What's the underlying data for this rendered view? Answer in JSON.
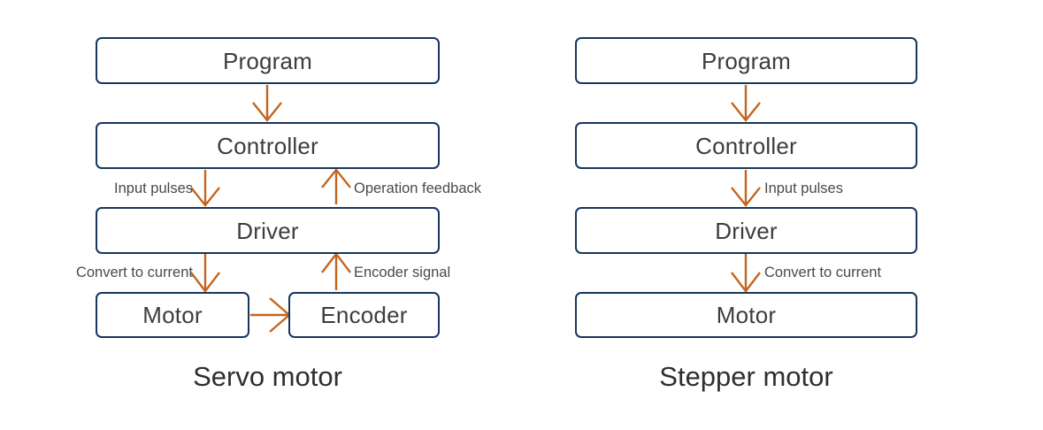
{
  "diagram": {
    "title_implicit": "Servo motor vs Stepper motor control block diagram",
    "colors": {
      "box_border": "#17365d",
      "box_fill": "#ffffff",
      "arrow": "#c4651f",
      "box_text": "#3d3d3d",
      "label_text": "#4a4a4a",
      "caption_text": "#2f2f2f",
      "background": "#ffffff"
    },
    "panels": [
      {
        "id": "servo",
        "caption": "Servo motor",
        "nodes": [
          {
            "id": "servo-program",
            "label": "Program"
          },
          {
            "id": "servo-controller",
            "label": "Controller"
          },
          {
            "id": "servo-driver",
            "label": "Driver"
          },
          {
            "id": "servo-motor",
            "label": "Motor"
          },
          {
            "id": "servo-encoder",
            "label": "Encoder"
          }
        ],
        "edges": [
          {
            "id": "servo-edge-program-controller",
            "from": "Program",
            "to": "Controller",
            "label": "",
            "direction": "down"
          },
          {
            "id": "servo-edge-controller-driver",
            "from": "Controller",
            "to": "Driver",
            "label": "Input pulses",
            "direction": "down"
          },
          {
            "id": "servo-edge-driver-controller",
            "from": "Driver",
            "to": "Controller",
            "label": "Operation feedback",
            "direction": "up"
          },
          {
            "id": "servo-edge-driver-motor",
            "from": "Driver",
            "to": "Motor",
            "label": "Convert to current",
            "direction": "down"
          },
          {
            "id": "servo-edge-encoder-driver",
            "from": "Encoder",
            "to": "Driver",
            "label": "Encoder signal",
            "direction": "up"
          },
          {
            "id": "servo-edge-motor-encoder",
            "from": "Motor",
            "to": "Encoder",
            "label": "",
            "direction": "right"
          }
        ]
      },
      {
        "id": "stepper",
        "caption": "Stepper motor",
        "nodes": [
          {
            "id": "stepper-program",
            "label": "Program"
          },
          {
            "id": "stepper-controller",
            "label": "Controller"
          },
          {
            "id": "stepper-driver",
            "label": "Driver"
          },
          {
            "id": "stepper-motor",
            "label": "Motor"
          }
        ],
        "edges": [
          {
            "id": "stepper-edge-program-controller",
            "from": "Program",
            "to": "Controller",
            "label": "",
            "direction": "down"
          },
          {
            "id": "stepper-edge-controller-driver",
            "from": "Controller",
            "to": "Driver",
            "label": "Input pulses",
            "direction": "down"
          },
          {
            "id": "stepper-edge-driver-motor",
            "from": "Driver",
            "to": "Motor",
            "label": "Convert to current",
            "direction": "down"
          }
        ]
      }
    ]
  }
}
